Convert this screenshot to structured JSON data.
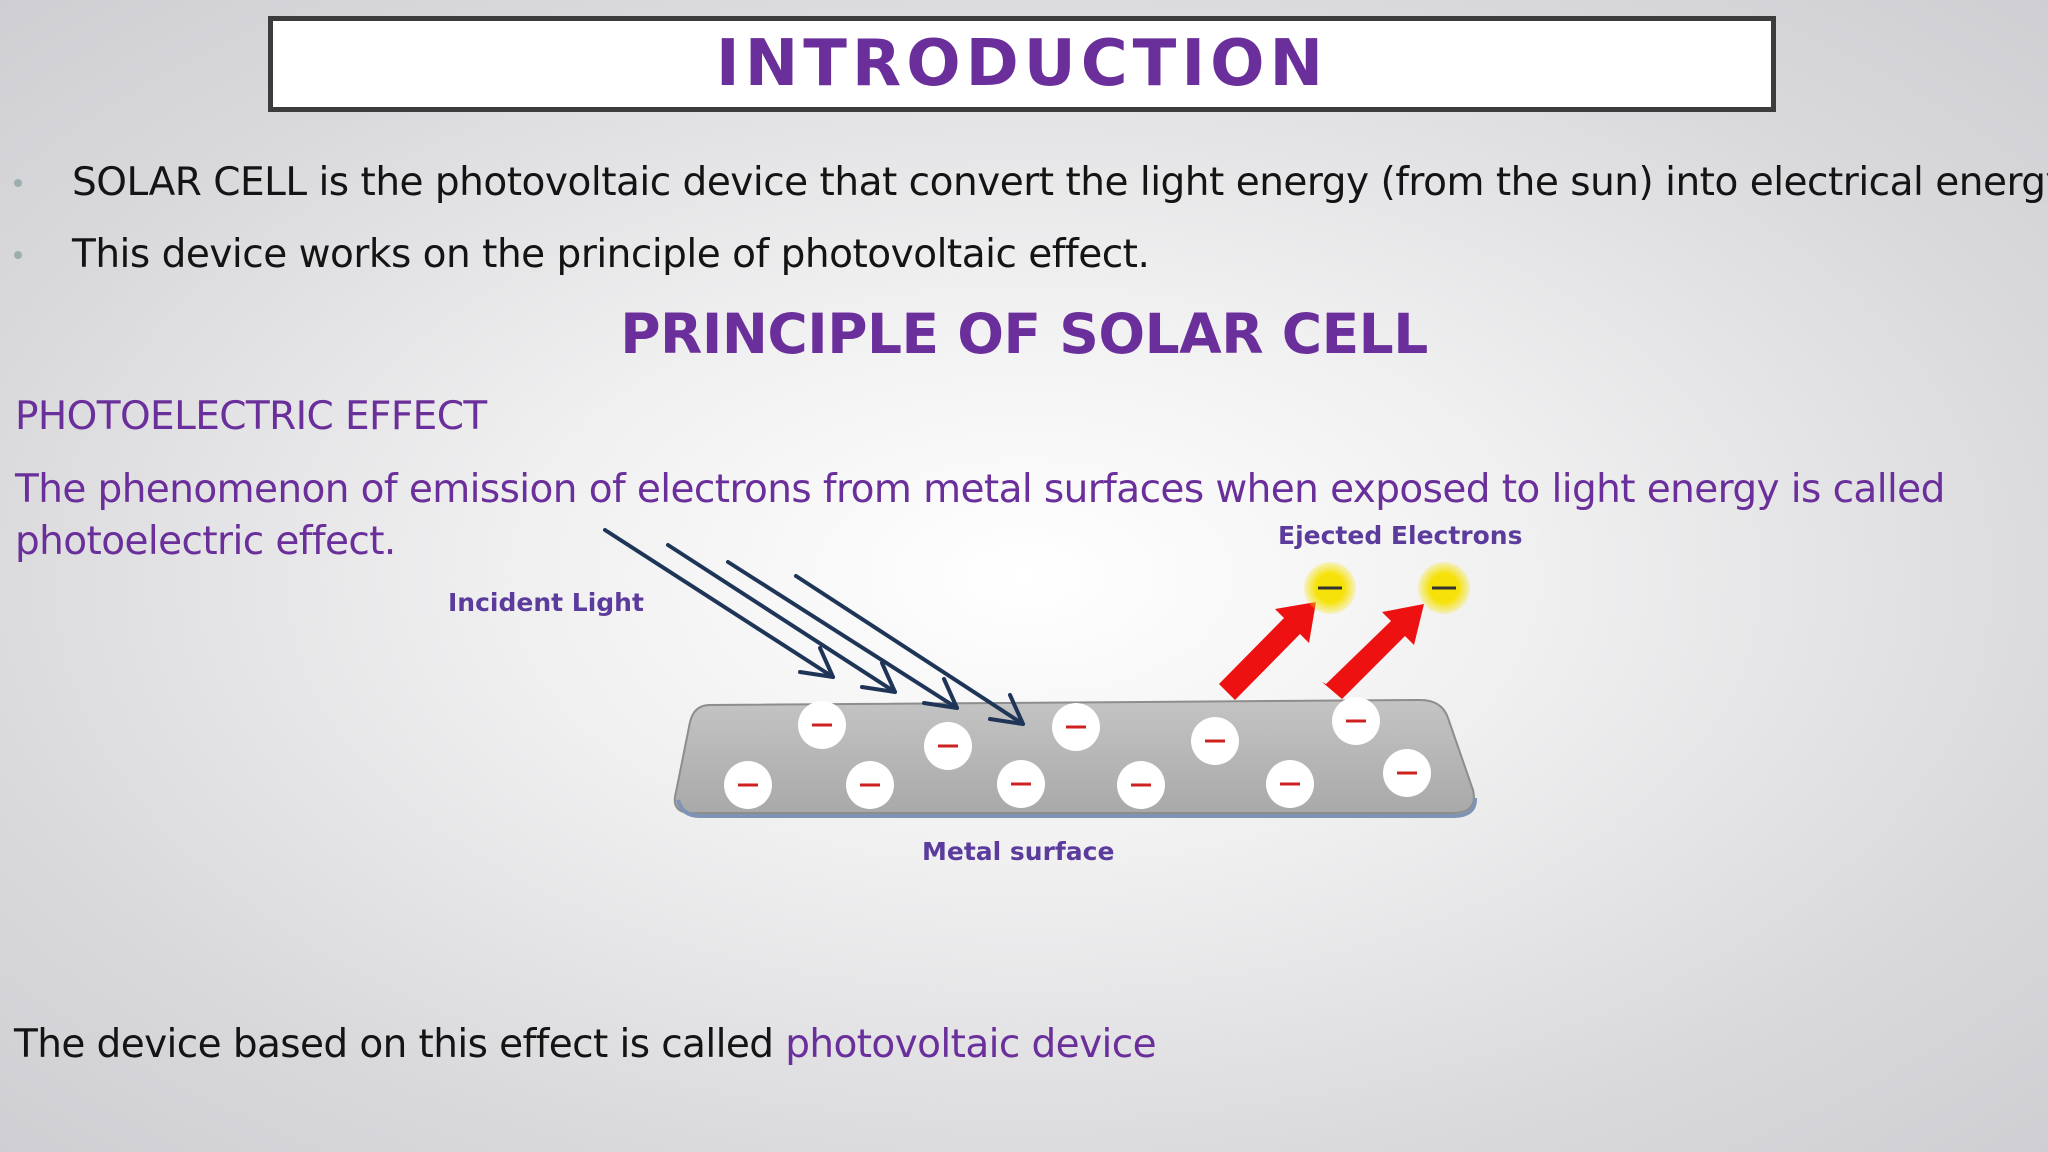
{
  "slide": {
    "title": "INTRODUCTION",
    "bullets": [
      "SOLAR CELL is the photovoltaic device that convert the light energy (from the sun) into electrical energy.",
      "This device works on the principle of photovoltaic  effect."
    ],
    "principle_heading": "PRINCIPLE OF SOLAR CELL",
    "sub_heading": "PHOTOELECTRIC EFFECT",
    "definition": "The phenomenon of emission of electrons from metal surfaces when exposed to light energy is called photoelectric effect.",
    "diagram": {
      "incident_light_label": "Incident Light",
      "ejected_electrons_label": "Ejected Electrons",
      "metal_surface_label": "Metal surface",
      "electron_symbol": "−"
    },
    "footer": {
      "text": "The device based on this effect is called ",
      "highlight": "photovoltaic device"
    },
    "colors": {
      "accent": "#6a2f9a",
      "text": "#141414",
      "light_arrow": "#1f3558",
      "ejection_arrow": "#ee1111",
      "electron_glow": "#f6e20a",
      "metal": "#bdbdbd"
    }
  }
}
